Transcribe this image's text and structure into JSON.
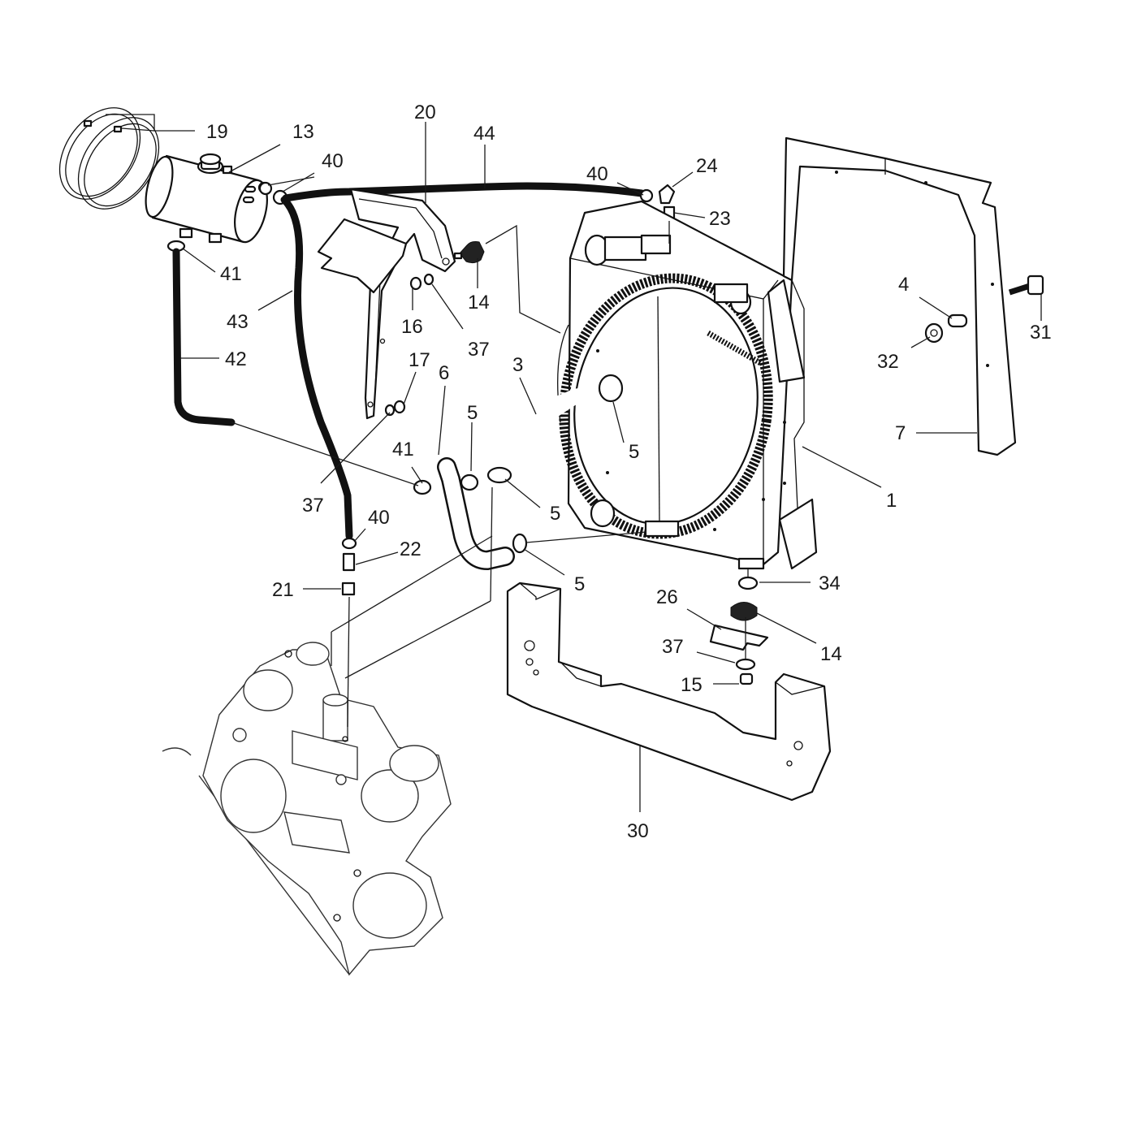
{
  "diagram": {
    "callouts": [
      {
        "id": "c19",
        "text": "19"
      },
      {
        "id": "c13",
        "text": "13"
      },
      {
        "id": "c40a",
        "text": "40"
      },
      {
        "id": "c20",
        "text": "20"
      },
      {
        "id": "c44",
        "text": "44"
      },
      {
        "id": "c40b",
        "text": "40"
      },
      {
        "id": "c24",
        "text": "24"
      },
      {
        "id": "c23",
        "text": "23"
      },
      {
        "id": "c41a",
        "text": "41"
      },
      {
        "id": "c43",
        "text": "43"
      },
      {
        "id": "c42",
        "text": "42"
      },
      {
        "id": "c14a",
        "text": "14"
      },
      {
        "id": "c16",
        "text": "16"
      },
      {
        "id": "c37a",
        "text": "37"
      },
      {
        "id": "c17",
        "text": "17"
      },
      {
        "id": "c6",
        "text": "6"
      },
      {
        "id": "c3",
        "text": "3"
      },
      {
        "id": "c5a",
        "text": "5"
      },
      {
        "id": "c5b",
        "text": "5"
      },
      {
        "id": "c41b",
        "text": "41"
      },
      {
        "id": "c37b",
        "text": "37"
      },
      {
        "id": "c40c",
        "text": "40"
      },
      {
        "id": "c5c",
        "text": "5"
      },
      {
        "id": "c22",
        "text": "22"
      },
      {
        "id": "c21",
        "text": "21"
      },
      {
        "id": "c5d",
        "text": "5"
      },
      {
        "id": "c4",
        "text": "4"
      },
      {
        "id": "c31",
        "text": "31"
      },
      {
        "id": "c32",
        "text": "32"
      },
      {
        "id": "c7",
        "text": "7"
      },
      {
        "id": "c1",
        "text": "1"
      },
      {
        "id": "c34",
        "text": "34"
      },
      {
        "id": "c26",
        "text": "26"
      },
      {
        "id": "c14b",
        "text": "14"
      },
      {
        "id": "c37c",
        "text": "37"
      },
      {
        "id": "c15",
        "text": "15"
      },
      {
        "id": "c30",
        "text": "30"
      }
    ]
  }
}
